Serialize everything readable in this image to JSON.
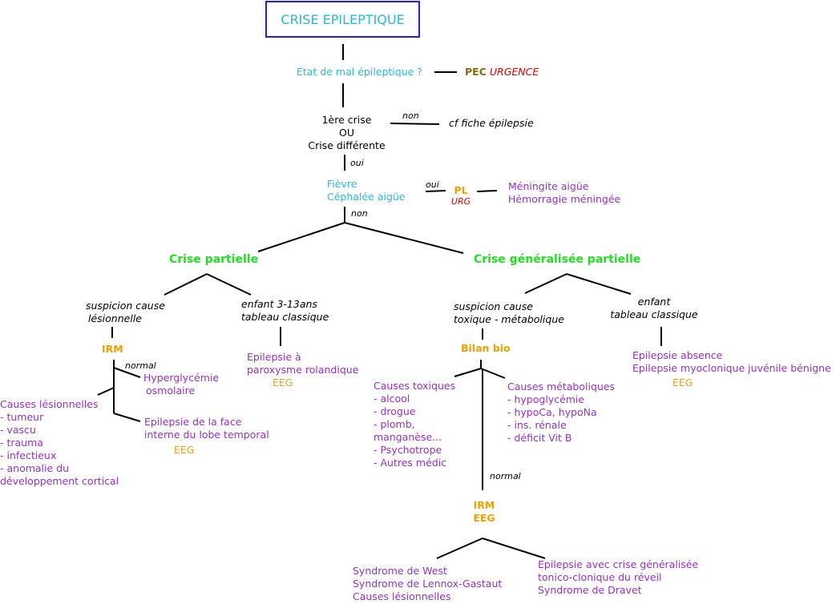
{
  "title": "CRISE EPILEPTIQUE",
  "q1": {
    "text": "Etat de mal épileptique ?",
    "pec": "PEC",
    "urgence": "URGENCE"
  },
  "q2": {
    "lines": [
      "1ère crise",
      "OU",
      "Crise différente"
    ],
    "non": "non",
    "cf": "cf fiche épilepsie",
    "oui": "oui"
  },
  "q3": {
    "lines": [
      "Fièvre",
      "Céphalée aigüe"
    ],
    "oui": "oui",
    "pl": "PL",
    "urg": "URG",
    "result": [
      "Méningite aigüe",
      "Hémorragie méningée"
    ],
    "non": "non"
  },
  "left": {
    "title": "Crise partielle",
    "branch1": {
      "lines": [
        "suspicion cause",
        "lésionnelle"
      ],
      "exam": "IRM",
      "normal": "normal",
      "hyper": [
        "Hyperglycémie",
        "osmolaire"
      ],
      "causes": [
        "Causes lésionnelles",
        "- tumeur",
        "- vascu",
        "- trauma",
        "- infectieux",
        "- anomalie du",
        "développement cortical"
      ],
      "face": [
        "Epilepsie de la face",
        "interne du lobe temporal"
      ],
      "eeg": "EEG"
    },
    "branch2": {
      "lines": [
        "enfant 3-13ans",
        "tableau classique"
      ],
      "result": [
        "Epilepsie à",
        "paroxysme rolandique"
      ],
      "eeg": "EEG"
    }
  },
  "right": {
    "title": "Crise généralisée partielle",
    "branch1": {
      "lines": [
        "suspicion cause",
        "toxique - métabolique"
      ],
      "exam": "Bilan bio",
      "toxic": [
        "Causes toxiques",
        "- alcool",
        "- drogue",
        "- plomb,",
        "manganèse...",
        "- Psychotrope",
        "- Autres médic"
      ],
      "metab": [
        "Causes métaboliques",
        "- hypoglycémie",
        "- hypoCa, hypoNa",
        "- ins. rénale",
        "- déficit Vit B"
      ],
      "normal": "normal",
      "exam2": [
        "IRM",
        "EEG"
      ],
      "res1": [
        "Syndrome de West",
        "Syndrome de Lennox-Gastaut",
        "Causes lésionnelles"
      ],
      "res2": [
        "Epilepsie avec crise généralisée",
        "tonico-clonique du réveil",
        "Syndrome de Dravet"
      ]
    },
    "branch2": {
      "lines": [
        "enfant",
        "tableau classique"
      ],
      "result": [
        "Epilepsie absence",
        "Epilepsie myoclonique juvénile bénigne"
      ],
      "eeg": "EEG"
    }
  }
}
